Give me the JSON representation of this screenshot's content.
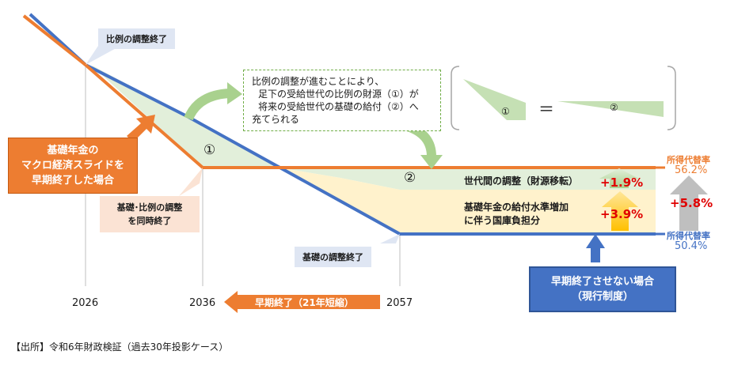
{
  "callouts": {
    "proportional_end": "比例の調整終了",
    "macro_line1": "基礎年金の",
    "macro_line2": "マクロ経済スライドを",
    "macro_line3": "早期終了した場合",
    "simultaneous_line1": "基礎･比例の調整",
    "simultaneous_line2": "を同時終了",
    "basic_end": "基礎の調整終了",
    "note_line1": "比例の調整が進むことにより、",
    "note_line2": "足下の受給世代の比例の財源（①）が",
    "note_line3": "将来の受給世代の基礎の給付（②）へ",
    "note_line4": "充てられる",
    "current_line1": "早期終了させない場合",
    "current_line2": "（現行制度）",
    "early_arrow": "早期終了（21年短縮）"
  },
  "markers": {
    "one": "①",
    "two": "②",
    "equals": "＝"
  },
  "bands": {
    "intergen_label": "世代間の調整（財源移転）",
    "subsidy_line1": "基礎年金の給付水準増加",
    "subsidy_line2": "に伴う国庫負担分"
  },
  "values": {
    "intergen_pct": "+1.9%",
    "subsidy_pct": "+3.9%",
    "total_pct": "+5.8%",
    "top_label": "所得代替率",
    "top_value": "56.2%",
    "bottom_label": "所得代替率",
    "bottom_value": "50.4%"
  },
  "axis": {
    "ticks": [
      "2026",
      "2036",
      "2057"
    ]
  },
  "source": "【出所】令和6年財政検証（過去30年投影ケース）",
  "colors": {
    "orange": "#ed7d31",
    "blue": "#4472c4",
    "green_fill": "#e2efda",
    "yellow_fill": "#ffe699",
    "red": "#e00000",
    "gray_arrow": "#bfbfbf"
  }
}
